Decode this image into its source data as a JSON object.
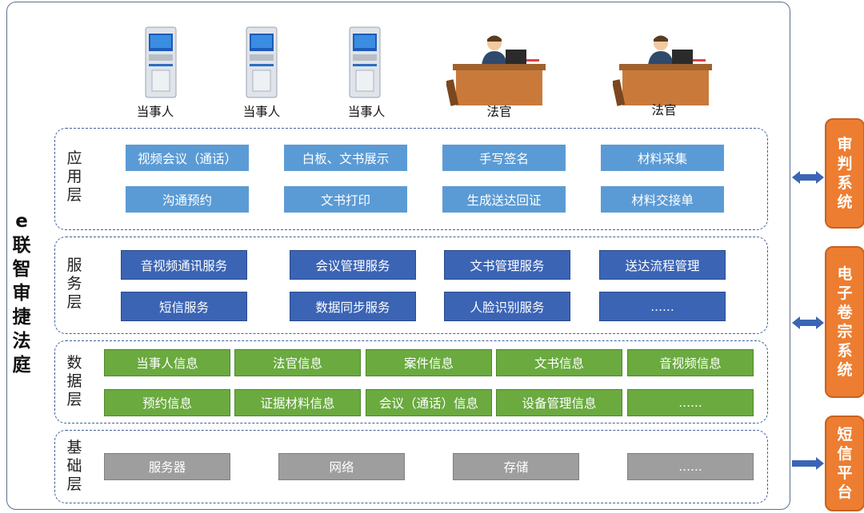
{
  "title_chars": [
    "e",
    "联",
    "智",
    "审",
    "捷",
    "法",
    "庭"
  ],
  "actors": [
    {
      "type": "kiosk",
      "label": "当事人"
    },
    {
      "type": "kiosk",
      "label": "当事人"
    },
    {
      "type": "kiosk",
      "label": "当事人"
    },
    {
      "type": "judge",
      "label": "法官"
    },
    {
      "type": "judge",
      "label": "法官"
    }
  ],
  "layers": {
    "app": {
      "label": [
        "应",
        "用",
        "层"
      ],
      "items": [
        "视频会议（通话）",
        "白板、文书展示",
        "手写签名",
        "材料采集",
        "沟通预约",
        "文书打印",
        "生成送达回证",
        "材料交接单"
      ]
    },
    "svc": {
      "label": [
        "服",
        "务",
        "层"
      ],
      "items": [
        "音视频通讯服务",
        "会议管理服务",
        "文书管理服务",
        "送达流程管理",
        "短信服务",
        "数据同步服务",
        "人脸识别服务",
        "......"
      ]
    },
    "data": {
      "label": [
        "数",
        "据",
        "层"
      ],
      "items": [
        "当事人信息",
        "法官信息",
        "案件信息",
        "文书信息",
        "音视频信息",
        "预约信息",
        "证据材料信息",
        "会议（通话）信息",
        "设备管理信息",
        "......"
      ]
    },
    "base": {
      "label": [
        "基",
        "础",
        "层"
      ],
      "items": [
        "服务器",
        "网络",
        "存储",
        "......"
      ]
    }
  },
  "side_systems": [
    {
      "chars": [
        "审",
        "判",
        "系",
        "统"
      ]
    },
    {
      "chars": [
        "电",
        "子",
        "卷",
        "宗",
        "系",
        "统"
      ]
    },
    {
      "chars": [
        "短",
        "信",
        "平",
        "台"
      ]
    }
  ],
  "colors": {
    "app": "#5b9bd5",
    "svc": "#3b64b5",
    "data": "#6aaa3f",
    "base": "#9e9e9e",
    "side": "#ed7d31",
    "arrow": "#3b64b5"
  }
}
